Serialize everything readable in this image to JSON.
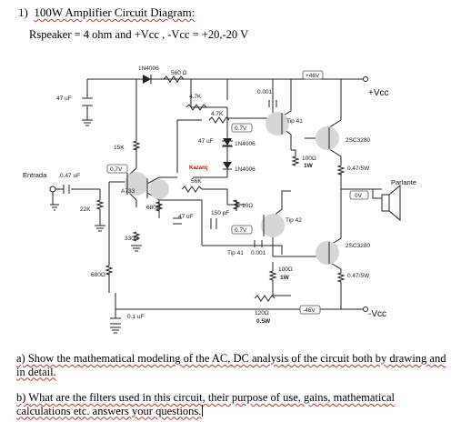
{
  "doc": {
    "title_num": "1)",
    "title_text": "100W Amplifier Circuit Diagram:",
    "spec_text": "Rspeaker = 4 ohm and +Vcc , -Vcc = +20,-20  V",
    "question_a": "a) Show the mathematical modeling of the AC, DC analysis of the circuit both by drawing and in detail.",
    "question_b": "b) What are the filters used in this circuit, their purpose of use, gains, mathematical calculations etc. answers your questions."
  },
  "schematic": {
    "supply_pos": "+Vcc",
    "supply_neg": "-Vcc",
    "v_pos_box": "+46V",
    "v_neg_box": "-46V",
    "v_07_top": "0.7V",
    "v_07_left": "0.7V",
    "v_07_mid": "0.7V",
    "v_0v": "0V",
    "input_label": "Entrada",
    "output_label": "Parlante",
    "kazanc": "Kazanç",
    "components": {
      "d_top": "1N4006",
      "r_560": "560 Ω",
      "c_47_left": "47 uF",
      "r_47k_a": "4.7K",
      "r_47k_b": "4.7K",
      "c_0001_top": "0.001",
      "q_tip41": "Tip 41",
      "c_47_mid": "47 uF",
      "d_mid_a": "1N4006",
      "d_mid_b": "1N4006",
      "r_15k": "15K",
      "r_100_top": "100Ω",
      "r_100_top_w": "1W",
      "q_2sc3280_top": "2SC3280",
      "r_047_top": "0.47/5W",
      "c_in": "0.47 uF",
      "r_56k": "56K",
      "q_a733": "A733",
      "r_22k": "22K",
      "r_680_mid": "680Ω",
      "c_47_low": "47 uF",
      "c_150p": "150 pF",
      "r_10": "10Ω",
      "q_tip42": "Tip 42",
      "r_330": "330Ω",
      "q_tip41_low": "Tip 41",
      "c_0001_low": "0.001",
      "q_2sc3280_low": "2SC3280",
      "r_100_low": "100Ω",
      "r_100_low_w": "1W",
      "r_047_low": "0.47/5W",
      "r_680_low": "680Ω",
      "c_01": "0.1 uF",
      "r_120": "120Ω",
      "r_120_w": "0.5W"
    }
  }
}
